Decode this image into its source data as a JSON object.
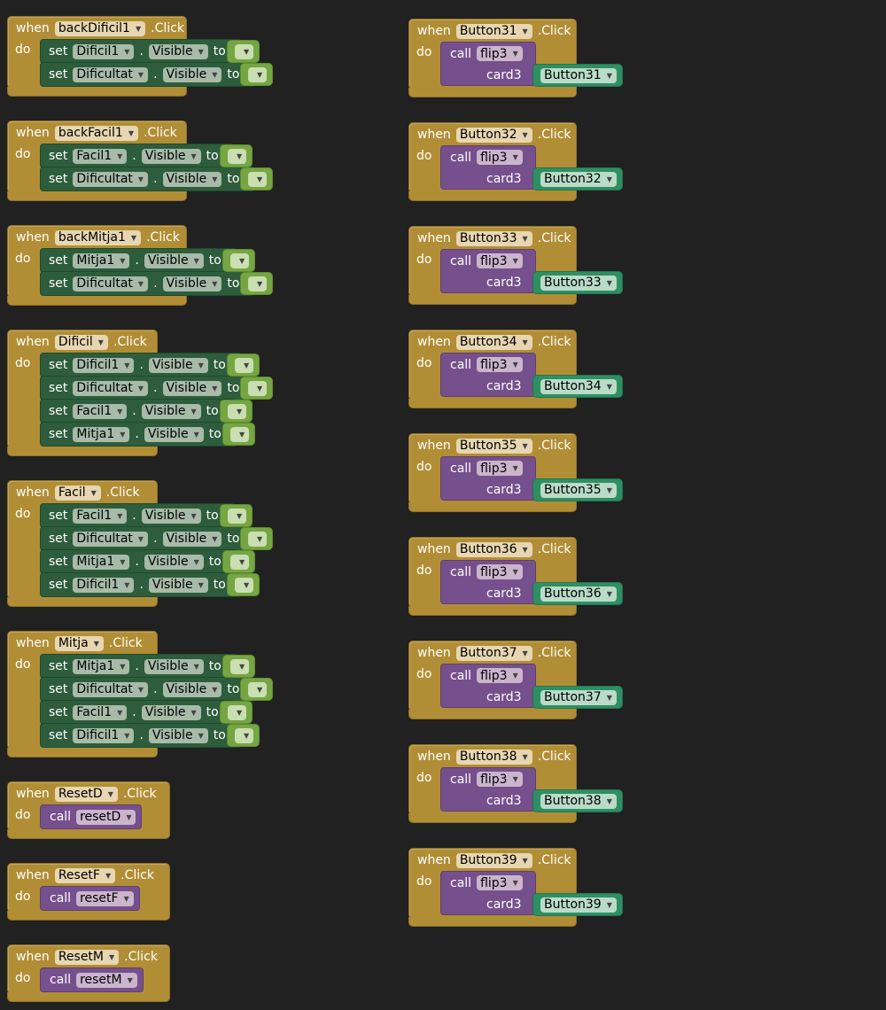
{
  "labels": {
    "when": "when",
    "do": "do",
    "click": ".Click",
    "set": "set",
    "to": "to",
    "call": "call",
    "dot": ".",
    "card_param": "card3"
  },
  "colors": {
    "workspace_background": "#212121",
    "event_block": "#b18e35",
    "setter_block": "#2d5d3c",
    "logic_block": "#76a543",
    "procedure_call_block": "#76508d",
    "component_block": "#2e8f63"
  },
  "left_events": [
    {
      "component": "backDificil1",
      "statements": [
        {
          "kind": "set",
          "component": "Dificil1",
          "property": "Visible",
          "value": "false"
        },
        {
          "kind": "set",
          "component": "Dificultat",
          "property": "Visible",
          "value": "true"
        }
      ]
    },
    {
      "component": "backFacil1",
      "statements": [
        {
          "kind": "set",
          "component": "Facil1",
          "property": "Visible",
          "value": "false"
        },
        {
          "kind": "set",
          "component": "Dificultat",
          "property": "Visible",
          "value": "true"
        }
      ]
    },
    {
      "component": "backMitja1",
      "statements": [
        {
          "kind": "set",
          "component": "Mitja1",
          "property": "Visible",
          "value": "false"
        },
        {
          "kind": "set",
          "component": "Dificultat",
          "property": "Visible",
          "value": "true"
        }
      ]
    },
    {
      "component": "Dificil",
      "statements": [
        {
          "kind": "set",
          "component": "Dificil1",
          "property": "Visible",
          "value": "true"
        },
        {
          "kind": "set",
          "component": "Dificultat",
          "property": "Visible",
          "value": "false"
        },
        {
          "kind": "set",
          "component": "Facil1",
          "property": "Visible",
          "value": "false"
        },
        {
          "kind": "set",
          "component": "Mitja1",
          "property": "Visible",
          "value": "false"
        }
      ]
    },
    {
      "component": "Facil",
      "statements": [
        {
          "kind": "set",
          "component": "Facil1",
          "property": "Visible",
          "value": "true"
        },
        {
          "kind": "set",
          "component": "Dificultat",
          "property": "Visible",
          "value": "false"
        },
        {
          "kind": "set",
          "component": "Mitja1",
          "property": "Visible",
          "value": "false"
        },
        {
          "kind": "set",
          "component": "Dificil1",
          "property": "Visible",
          "value": "false"
        }
      ]
    },
    {
      "component": "Mitja",
      "statements": [
        {
          "kind": "set",
          "component": "Mitja1",
          "property": "Visible",
          "value": "true"
        },
        {
          "kind": "set",
          "component": "Dificultat",
          "property": "Visible",
          "value": "false"
        },
        {
          "kind": "set",
          "component": "Facil1",
          "property": "Visible",
          "value": "false"
        },
        {
          "kind": "set",
          "component": "Dificil1",
          "property": "Visible",
          "value": "false"
        }
      ]
    },
    {
      "component": "ResetD",
      "statements": [
        {
          "kind": "call",
          "procedure": "resetD"
        }
      ]
    },
    {
      "component": "ResetF",
      "statements": [
        {
          "kind": "call",
          "procedure": "resetF"
        }
      ]
    },
    {
      "component": "ResetM",
      "statements": [
        {
          "kind": "call",
          "procedure": "resetM"
        }
      ]
    }
  ],
  "right_events": [
    {
      "component": "Button31",
      "procedure": "flip3",
      "argument": "Button31"
    },
    {
      "component": "Button32",
      "procedure": "flip3",
      "argument": "Button32"
    },
    {
      "component": "Button33",
      "procedure": "flip3",
      "argument": "Button33"
    },
    {
      "component": "Button34",
      "procedure": "flip3",
      "argument": "Button34"
    },
    {
      "component": "Button35",
      "procedure": "flip3",
      "argument": "Button35"
    },
    {
      "component": "Button36",
      "procedure": "flip3",
      "argument": "Button36"
    },
    {
      "component": "Button37",
      "procedure": "flip3",
      "argument": "Button37"
    },
    {
      "component": "Button38",
      "procedure": "flip3",
      "argument": "Button38"
    },
    {
      "component": "Button39",
      "procedure": "flip3",
      "argument": "Button39"
    }
  ]
}
